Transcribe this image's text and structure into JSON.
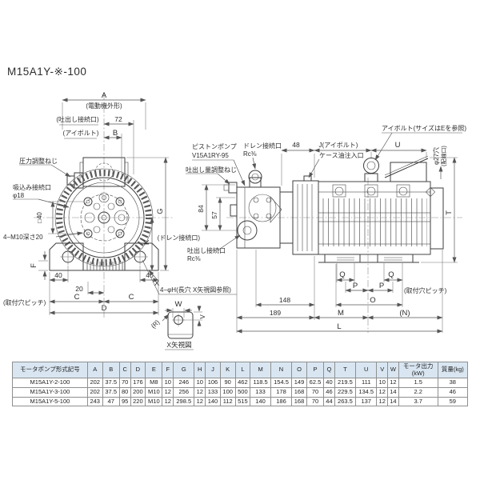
{
  "title": "M15A1Y-※-100",
  "left_view": {
    "dim_a": "A",
    "motor_outline": "(電動機外形)",
    "discharge_port": "(吐出し接続口)",
    "dim_72": "72",
    "eyebolt": "(アイボルト)",
    "dim_b": "B",
    "pressure_screw": "圧力調整ねじ",
    "suction_line1": "吸込み接続口",
    "suction_line2": "φ18",
    "sq40": "□40",
    "tap_note": "4−M10深さ20",
    "dim_f": "F",
    "dim_40l": "40",
    "dim_20": "20",
    "dim_40r": "40",
    "pitch_note": "(取付穴ピッチ)",
    "dim_c1": "C",
    "dim_c2": "C",
    "dim_d": "D",
    "dim_g": "G",
    "dim_k": "K",
    "dim_x": "X",
    "slot_note": "4−φH(長穴 X矢視図参照)"
  },
  "right_view": {
    "piston_pump_line1": "ピストンポンプ",
    "piston_pump_line2": "V15A1RY-95",
    "drain_line1": "ドレン接続口",
    "drain_line2": "Rc⅜",
    "dim_48": "48",
    "dim_j": "J(アイボルト)",
    "case_oil": "ケース油注入口",
    "eyebolt_note": "アイボルト(サイズはEを参照)",
    "dim_u": "U",
    "wiring_line1": "φ27穴",
    "wiring_line2": "(配線口)",
    "flow_screw": "吐出し量調整ねじ",
    "dim_84": "84",
    "dim_57": "57",
    "drain2": "(ドレン接続口)",
    "outlet_line1": "吐出し接続口",
    "outlet_line2": "Rc⅜",
    "dim_t": "T",
    "dim_q1": "Q",
    "dim_q2": "Q",
    "dim_p1": "P",
    "dim_p2": "P",
    "pitch_note": "(取付穴ピッチ)",
    "dim_148": "148",
    "dim_o": "O",
    "dim_189": "189",
    "dim_m": "M",
    "dim_n": "(N)",
    "dim_l": "L"
  },
  "detail_view": {
    "dim_w": "W",
    "dim_v": "V",
    "dim_r": "(R)",
    "caption": "X矢視図"
  },
  "table": {
    "headers": [
      "モータポンプ形式記号",
      "A",
      "B",
      "C",
      "D",
      "E",
      "F",
      "G",
      "H",
      "J",
      "K",
      "L",
      "M",
      "N",
      "O",
      "P",
      "Q",
      "T",
      "U",
      "V",
      "W",
      "モータ出力\n(kW)",
      "質量(kg)"
    ],
    "rows": [
      [
        "M15A1Y-2-100",
        "202",
        "37.5",
        "70",
        "176",
        "M8",
        "10",
        "246",
        "10",
        "106",
        "90",
        "462",
        "118.5",
        "154.5",
        "149",
        "62.5",
        "40",
        "219.5",
        "111",
        "10",
        "12",
        "1.5",
        "38"
      ],
      [
        "M15A1Y-3-100",
        "202",
        "37.5",
        "80",
        "200",
        "M10",
        "12",
        "256",
        "12",
        "133",
        "100",
        "500",
        "133",
        "178",
        "168",
        "70",
        "46",
        "229.5",
        "134.5",
        "12",
        "14",
        "2.2",
        "46"
      ],
      [
        "M15A1Y-5-100",
        "243",
        "47",
        "95",
        "220",
        "M10",
        "12",
        "298.5",
        "12",
        "140",
        "112",
        "515",
        "140",
        "186",
        "168",
        "70",
        "44",
        "263.5",
        "137",
        "12",
        "14",
        "3.7",
        "59"
      ]
    ]
  },
  "colors": {
    "line": "#3e3e3e",
    "table_header_bg": "#d9e6f2",
    "table_border": "#8f8f8f"
  }
}
